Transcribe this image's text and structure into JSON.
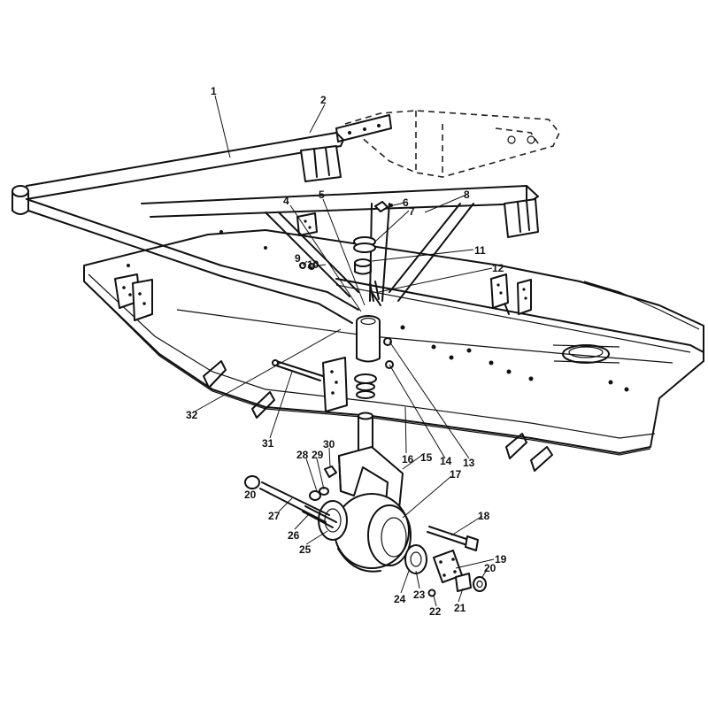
{
  "callouts": [
    {
      "id": "c1",
      "text": "1"
    },
    {
      "id": "c2",
      "text": "2"
    },
    {
      "id": "c4",
      "text": "4"
    },
    {
      "id": "c5",
      "text": "5"
    },
    {
      "id": "c6",
      "text": "6"
    },
    {
      "id": "c7",
      "text": "7"
    },
    {
      "id": "c8",
      "text": "8"
    },
    {
      "id": "c9",
      "text": "9"
    },
    {
      "id": "c10",
      "text": "10"
    },
    {
      "id": "c11",
      "text": "11"
    },
    {
      "id": "c12",
      "text": "12"
    },
    {
      "id": "c13",
      "text": "13"
    },
    {
      "id": "c14",
      "text": "14"
    },
    {
      "id": "c15",
      "text": "15"
    },
    {
      "id": "c16",
      "text": "16"
    },
    {
      "id": "c17",
      "text": "17"
    },
    {
      "id": "c18",
      "text": "18"
    },
    {
      "id": "c19",
      "text": "19"
    },
    {
      "id": "c20a",
      "text": "20"
    },
    {
      "id": "c20b",
      "text": "20"
    },
    {
      "id": "c21",
      "text": "21"
    },
    {
      "id": "c22",
      "text": "22"
    },
    {
      "id": "c23",
      "text": "23"
    },
    {
      "id": "c24",
      "text": "24"
    },
    {
      "id": "c25",
      "text": "25"
    },
    {
      "id": "c26",
      "text": "26"
    },
    {
      "id": "c27",
      "text": "27"
    },
    {
      "id": "c28",
      "text": "28"
    },
    {
      "id": "c29",
      "text": "29"
    },
    {
      "id": "c30",
      "text": "30"
    },
    {
      "id": "c31",
      "text": "31"
    },
    {
      "id": "c32",
      "text": "32"
    }
  ]
}
